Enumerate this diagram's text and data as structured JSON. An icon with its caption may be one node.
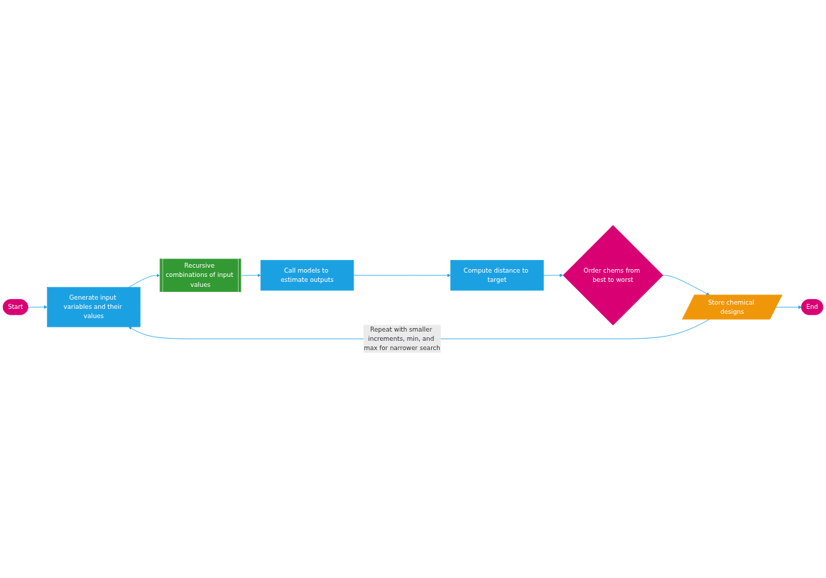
{
  "diagram": {
    "nodes": [
      {
        "text": [
          "Start"
        ]
      },
      {
        "text": [
          "Generate input variables and their values"
        ]
      },
      {
        "text": [
          "Recursive combinations of input values"
        ]
      },
      {
        "text": [
          "Call models to estimate outputs"
        ]
      },
      {
        "text": [
          "Compute distance to target"
        ]
      },
      {
        "text": [
          "Order chems from best to worst"
        ]
      },
      {
        "text": [
          "Store chemical designs"
        ]
      },
      {
        "text": [
          "End"
        ]
      }
    ],
    "edges": [
      {
        "from": 0,
        "to": 1,
        "arrow": "to"
      },
      {
        "from": 1,
        "to": 2,
        "arrow": "to"
      },
      {
        "from": 2,
        "to": 3,
        "arrow": "to"
      },
      {
        "from": 3,
        "to": 4,
        "arrow": "to"
      },
      {
        "from": 4,
        "to": 5,
        "arrow": "to"
      },
      {
        "from": 5,
        "to": 6,
        "arrow": "to"
      },
      {
        "from": 6,
        "to": 1,
        "arrow": "to",
        "label": "Repeat with smaller increments, min, and max for narrower search"
      },
      {
        "from": 6,
        "to": 7,
        "arrow": "to"
      }
    ]
  }
}
